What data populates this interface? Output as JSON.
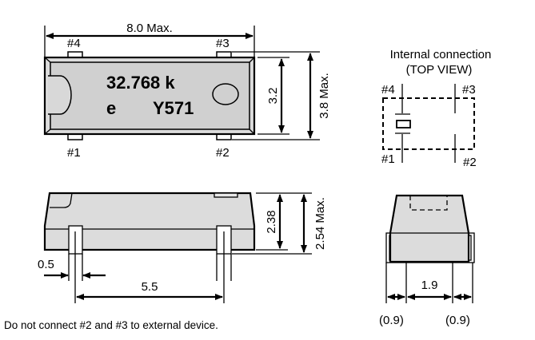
{
  "top_view": {
    "width_label": "8.0 Max.",
    "pins": [
      "#1",
      "#2",
      "#3",
      "#4"
    ],
    "marking_line1": "32.768 k",
    "marking_e": "e",
    "marking_code": "Y571",
    "body_height_label": "3.2",
    "overall_height_label": "3.8 Max."
  },
  "side_view": {
    "pin_width_label": "0.5",
    "pin_pitch_label": "5.5",
    "body_thickness_label": "2.38",
    "overall_thickness_label": "2.54 Max."
  },
  "internal_connection": {
    "title": "Internal connection",
    "subtitle": "(TOP VIEW)",
    "pins": [
      "#4",
      "#3",
      "#1",
      "#2"
    ]
  },
  "end_view": {
    "center_label": "1.9",
    "left_label": "(0.9)",
    "right_label": "(0.9)"
  },
  "note": "Do not connect #2 and #3 to external device."
}
